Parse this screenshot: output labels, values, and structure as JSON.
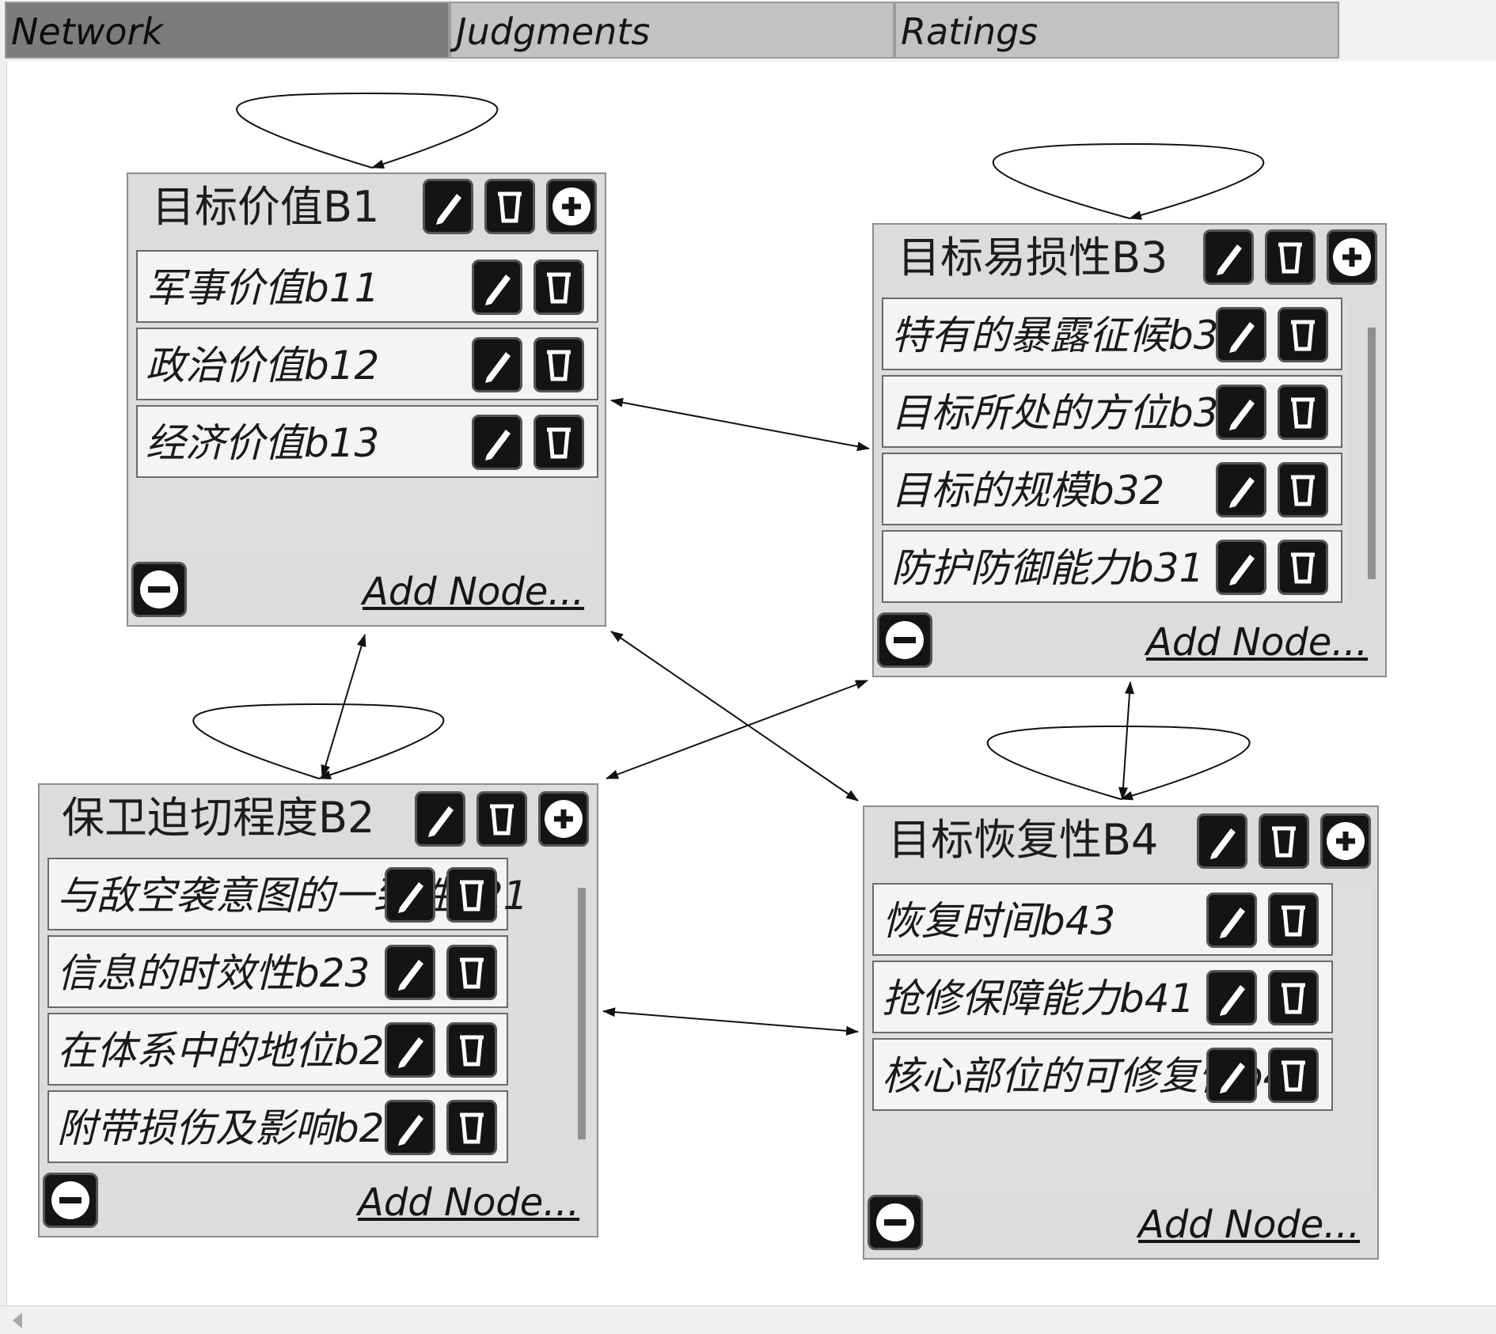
{
  "tabs": [
    {
      "label": "Network",
      "active": true
    },
    {
      "label": "Judgments",
      "active": false
    },
    {
      "label": "Ratings",
      "active": false
    }
  ],
  "clusters": {
    "b1": {
      "title": "目标价值B1",
      "nodes": [
        "军事价值b11",
        "政治价值b12",
        "经济价值b13"
      ],
      "add_node": "Add Node..."
    },
    "b3": {
      "title": "目标易损性B3",
      "nodes": [
        "特有的暴露征候b34",
        "目标所处的方位b33",
        "目标的规模b32",
        "防护防御能力b31"
      ],
      "add_node": "Add Node..."
    },
    "b2": {
      "title": "保卫迫切程度B2",
      "nodes": [
        "与敌空袭意图的一致性b21",
        "信息的时效性b23",
        "在体系中的地位b22",
        "附带损伤及影响b24"
      ],
      "add_node": "Add Node..."
    },
    "b4": {
      "title": "目标恢复性B4",
      "nodes": [
        "恢复时间b43",
        "抢修保障能力b41",
        "核心部位的可修复性b42"
      ],
      "add_node": "Add Node..."
    }
  },
  "icons": [
    "edit-icon",
    "trash-icon",
    "plus-icon",
    "minus-icon"
  ],
  "colors": {
    "active_tab": "#7c7c7c",
    "tab": "#c2c2c2",
    "cluster_bg": "#dcdcdc",
    "button_bg": "#141414"
  }
}
